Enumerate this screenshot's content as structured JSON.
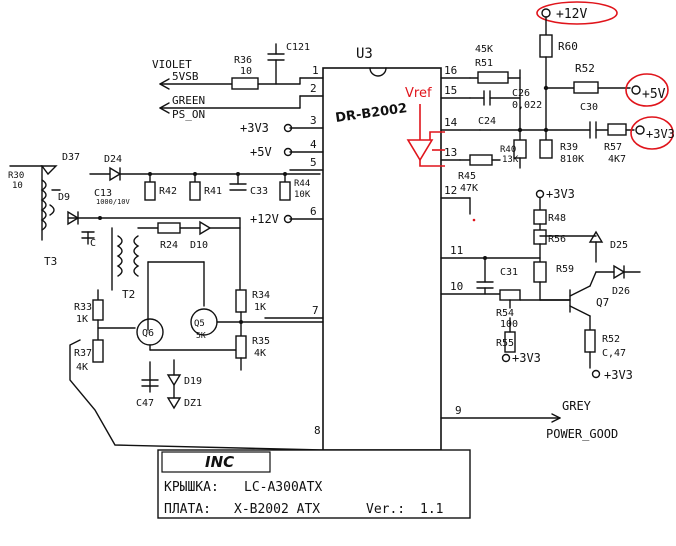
{
  "chip": {
    "name": "U3",
    "part": "DR-B2002"
  },
  "pins_left": [
    "1",
    "2",
    "3",
    "4",
    "5",
    "6",
    "7",
    "8"
  ],
  "pins_right": [
    "16",
    "15",
    "14",
    "13",
    "12",
    "11",
    "10",
    "9"
  ],
  "wires": {
    "violet": "VIOLET",
    "vsb": "5VSB",
    "green": "GREEN",
    "ps_on": "PS_ON",
    "grey": "GREY",
    "power_good": "POWER_GOOD"
  },
  "rails": {
    "v33": "+3V3",
    "v5": "+5V",
    "v12": "+12V"
  },
  "outputs": {
    "v12": "+12V",
    "v5": "+5V",
    "v33": "+3V3"
  },
  "vref": "Vref",
  "labels": {
    "c121": "C121",
    "r36": "R36",
    "r36v": "10",
    "r51": "R51",
    "r51v": "45K",
    "c26": "C26",
    "c26v": "0,022",
    "r60": "R60",
    "r52": "R52",
    "c30": "C30",
    "c24": "C24",
    "r57": "R57",
    "r57v": "4K7",
    "r40": "R40",
    "r40v": "13K",
    "r39": "R39",
    "r39v": "810K",
    "r45": "R45",
    "r45v": "47K",
    "r30": "R30",
    "r30v": "10",
    "d37": "D37",
    "d24": "D24",
    "d9": "D9",
    "c13": "C13",
    "c13v": "1000/10V",
    "r42": "R42",
    "r41": "R41",
    "c33": "C33",
    "r44": "R44",
    "r44v": "10K",
    "t3": "T3",
    "c": "C",
    "t2": "T2",
    "r24": "R24",
    "d10": "D10",
    "r33": "R33",
    "r33v": "1K",
    "r37": "R37",
    "r37v": "4K",
    "q6": "Q6",
    "q5": "Q5",
    "q5v": "5K",
    "r34": "R34",
    "r34v": "1K",
    "r35": "R35",
    "r35v": "4K",
    "c47": "C47",
    "d19": "D19",
    "dz1": "DZ1",
    "r48": "R48",
    "r56": "R56",
    "d25": "D25",
    "c31": "C31",
    "r59": "R59",
    "d26": "D26",
    "r54": "R54",
    "r54v": "100",
    "r55": "R55",
    "q7": "Q7",
    "r52b": "R52",
    "c47b": "C,47",
    "v33a": "+3V3",
    "v33b": "+3V3",
    "v33c": "+3V3"
  },
  "title_block": {
    "company": "INC",
    "cover_label": "КРЫШКА:",
    "cover_value": "LC-A300ATX",
    "board_label": "ПЛАТА:",
    "board_value": "X-B2002 ATX",
    "ver_label": "Ver.:",
    "ver_value": "1.1"
  }
}
